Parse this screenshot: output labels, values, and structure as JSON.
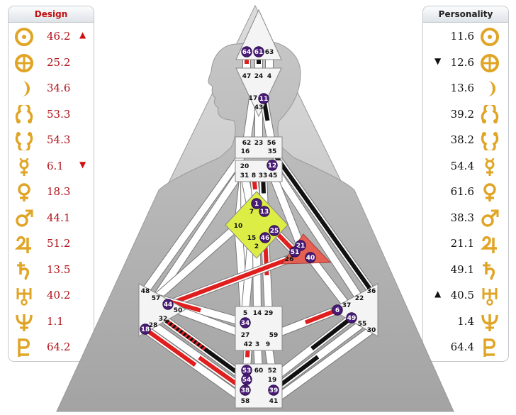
{
  "design": {
    "title": "Design",
    "rows": [
      {
        "planet": "sun-icon",
        "value": "46.2",
        "arrow": "▲"
      },
      {
        "planet": "earth-icon",
        "value": "25.2",
        "arrow": ""
      },
      {
        "planet": "moon-icon",
        "value": "34.6",
        "arrow": ""
      },
      {
        "planet": "north-node-icon",
        "value": "53.3",
        "arrow": ""
      },
      {
        "planet": "south-node-icon",
        "value": "54.3",
        "arrow": ""
      },
      {
        "planet": "mercury-icon",
        "value": "6.1",
        "arrow": "▼"
      },
      {
        "planet": "venus-icon",
        "value": "18.3",
        "arrow": ""
      },
      {
        "planet": "mars-icon",
        "value": "44.1",
        "arrow": ""
      },
      {
        "planet": "jupiter-icon",
        "value": "51.2",
        "arrow": ""
      },
      {
        "planet": "saturn-icon",
        "value": "13.5",
        "arrow": ""
      },
      {
        "planet": "uranus-icon",
        "value": "40.2",
        "arrow": ""
      },
      {
        "planet": "neptune-icon",
        "value": "1.1",
        "arrow": ""
      },
      {
        "planet": "pluto-icon",
        "value": "64.2",
        "arrow": ""
      }
    ]
  },
  "personality": {
    "title": "Personality",
    "rows": [
      {
        "planet": "sun-icon",
        "value": "11.6",
        "arrow": ""
      },
      {
        "planet": "earth-icon",
        "value": "12.6",
        "arrow": "▼"
      },
      {
        "planet": "moon-icon",
        "value": "13.6",
        "arrow": ""
      },
      {
        "planet": "north-node-icon",
        "value": "39.2",
        "arrow": ""
      },
      {
        "planet": "south-node-icon",
        "value": "38.2",
        "arrow": ""
      },
      {
        "planet": "mercury-icon",
        "value": "54.4",
        "arrow": ""
      },
      {
        "planet": "venus-icon",
        "value": "61.6",
        "arrow": ""
      },
      {
        "planet": "mars-icon",
        "value": "38.3",
        "arrow": ""
      },
      {
        "planet": "jupiter-icon",
        "value": "21.1",
        "arrow": ""
      },
      {
        "planet": "saturn-icon",
        "value": "49.1",
        "arrow": ""
      },
      {
        "planet": "uranus-icon",
        "value": "40.5",
        "arrow": "▲"
      },
      {
        "planet": "neptune-icon",
        "value": "1.4",
        "arrow": ""
      },
      {
        "planet": "pluto-icon",
        "value": "64.4",
        "arrow": ""
      }
    ]
  },
  "colors": {
    "design": "#e01e1e",
    "personality": "#111111",
    "gate_active": "#4a1c78",
    "gold": "#e0a526",
    "head": "#f4f4f4",
    "g_center": "#dcee45",
    "ego": "#e85a4a",
    "silhouette": "#b3b3b3"
  },
  "gates": [
    {
      "n": "64",
      "active": true
    },
    {
      "n": "61",
      "active": true
    },
    {
      "n": "63",
      "active": false
    },
    {
      "n": "47",
      "active": false
    },
    {
      "n": "24",
      "active": false
    },
    {
      "n": "4",
      "active": false
    },
    {
      "n": "17",
      "active": false
    },
    {
      "n": "11",
      "active": true
    },
    {
      "n": "43",
      "active": false
    },
    {
      "n": "62",
      "active": false
    },
    {
      "n": "23",
      "active": false
    },
    {
      "n": "56",
      "active": false
    },
    {
      "n": "16",
      "active": false
    },
    {
      "n": "35",
      "active": false
    },
    {
      "n": "20",
      "active": false
    },
    {
      "n": "12",
      "active": true
    },
    {
      "n": "31",
      "active": false
    },
    {
      "n": "8",
      "active": false
    },
    {
      "n": "33",
      "active": false
    },
    {
      "n": "45",
      "active": false
    },
    {
      "n": "1",
      "active": true
    },
    {
      "n": "7",
      "active": false
    },
    {
      "n": "13",
      "active": true
    },
    {
      "n": "10",
      "active": false
    },
    {
      "n": "25",
      "active": true
    },
    {
      "n": "15",
      "active": false
    },
    {
      "n": "46",
      "active": true
    },
    {
      "n": "2",
      "active": false
    },
    {
      "n": "21",
      "active": true
    },
    {
      "n": "51",
      "active": true
    },
    {
      "n": "26",
      "active": false
    },
    {
      "n": "40",
      "active": true
    },
    {
      "n": "48",
      "active": false
    },
    {
      "n": "57",
      "active": false
    },
    {
      "n": "44",
      "active": true
    },
    {
      "n": "50",
      "active": false
    },
    {
      "n": "32",
      "active": false
    },
    {
      "n": "28",
      "active": false
    },
    {
      "n": "18",
      "active": true
    },
    {
      "n": "36",
      "active": false
    },
    {
      "n": "22",
      "active": false
    },
    {
      "n": "37",
      "active": false
    },
    {
      "n": "6",
      "active": true
    },
    {
      "n": "49",
      "active": true
    },
    {
      "n": "55",
      "active": false
    },
    {
      "n": "30",
      "active": false
    },
    {
      "n": "5",
      "active": false
    },
    {
      "n": "14",
      "active": false
    },
    {
      "n": "29",
      "active": false
    },
    {
      "n": "34",
      "active": true
    },
    {
      "n": "27",
      "active": false
    },
    {
      "n": "59",
      "active": false
    },
    {
      "n": "42",
      "active": false
    },
    {
      "n": "3",
      "active": false
    },
    {
      "n": "9",
      "active": false
    },
    {
      "n": "53",
      "active": true
    },
    {
      "n": "60",
      "active": false
    },
    {
      "n": "52",
      "active": false
    },
    {
      "n": "54",
      "active": true
    },
    {
      "n": "19",
      "active": false
    },
    {
      "n": "38",
      "active": true
    },
    {
      "n": "39",
      "active": true
    },
    {
      "n": "58",
      "active": false
    },
    {
      "n": "41",
      "active": false
    }
  ]
}
